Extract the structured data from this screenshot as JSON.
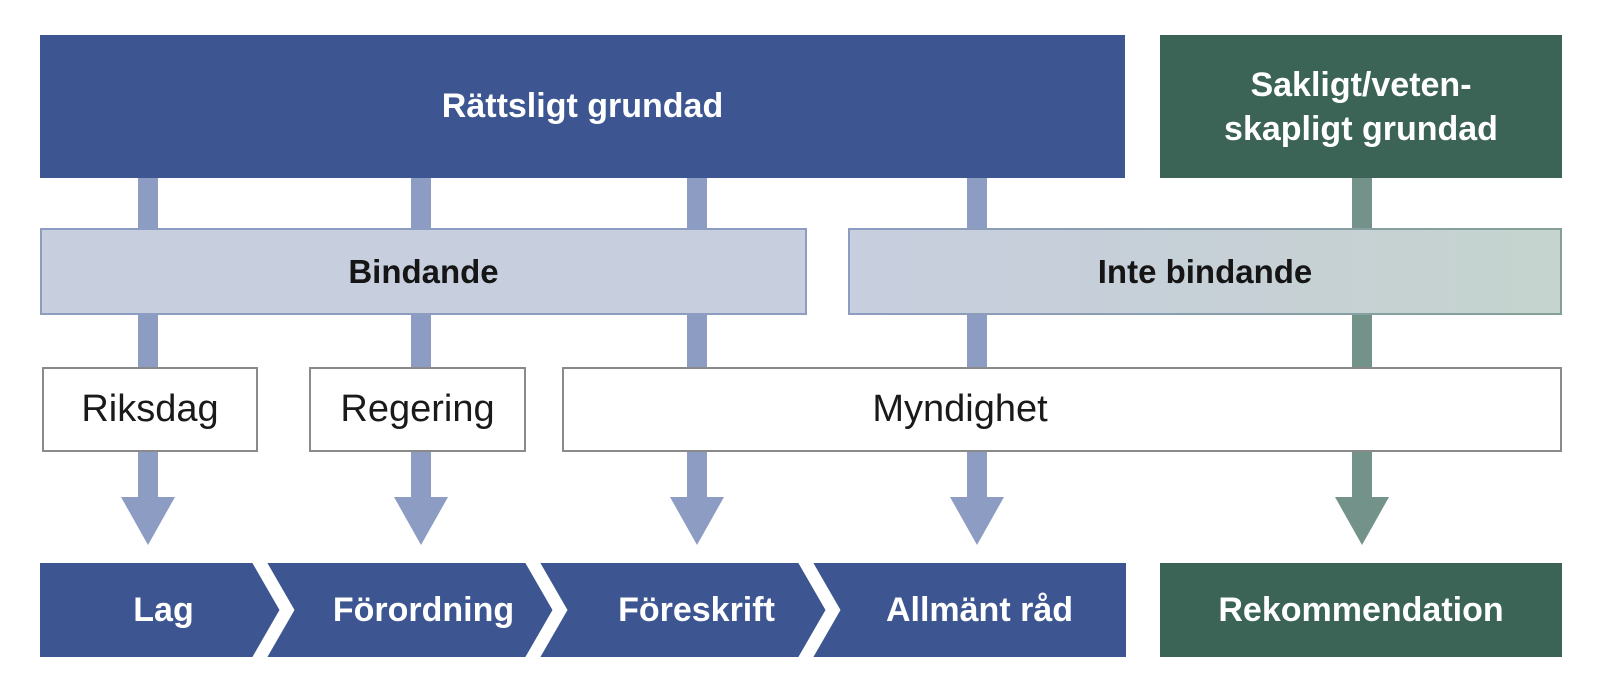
{
  "diagram": {
    "top_row": {
      "legal_label": "Rättsligt grundad",
      "scientific_line1": "Sakligt/veten-",
      "scientific_line2": "skapligt grundad"
    },
    "binding_row": {
      "binding_label": "Bindande",
      "not_binding_label": "Inte bindande"
    },
    "authority_row": {
      "riksdag_label": "Riksdag",
      "regering_label": "Regering",
      "myndighet_label": "Myndighet"
    },
    "output_row": {
      "chevron_labels": [
        "Lag",
        "Förordning",
        "Föreskrift",
        "Allmänt råd"
      ],
      "recommendation_label": "Rekommendation"
    },
    "colors": {
      "dark_blue": "#3d5691",
      "arrow_blue": "#8c9cc3",
      "light_blue_fill": "#c7cede",
      "light_blue_border": "#8d9cc1",
      "dark_green": "#3b6356",
      "arrow_green": "#73938a",
      "light_green_fill": "#c5d4ce",
      "white_box_border": "#8a8a8a",
      "text_dark": "#1a1a1a",
      "background": "#ffffff"
    }
  }
}
